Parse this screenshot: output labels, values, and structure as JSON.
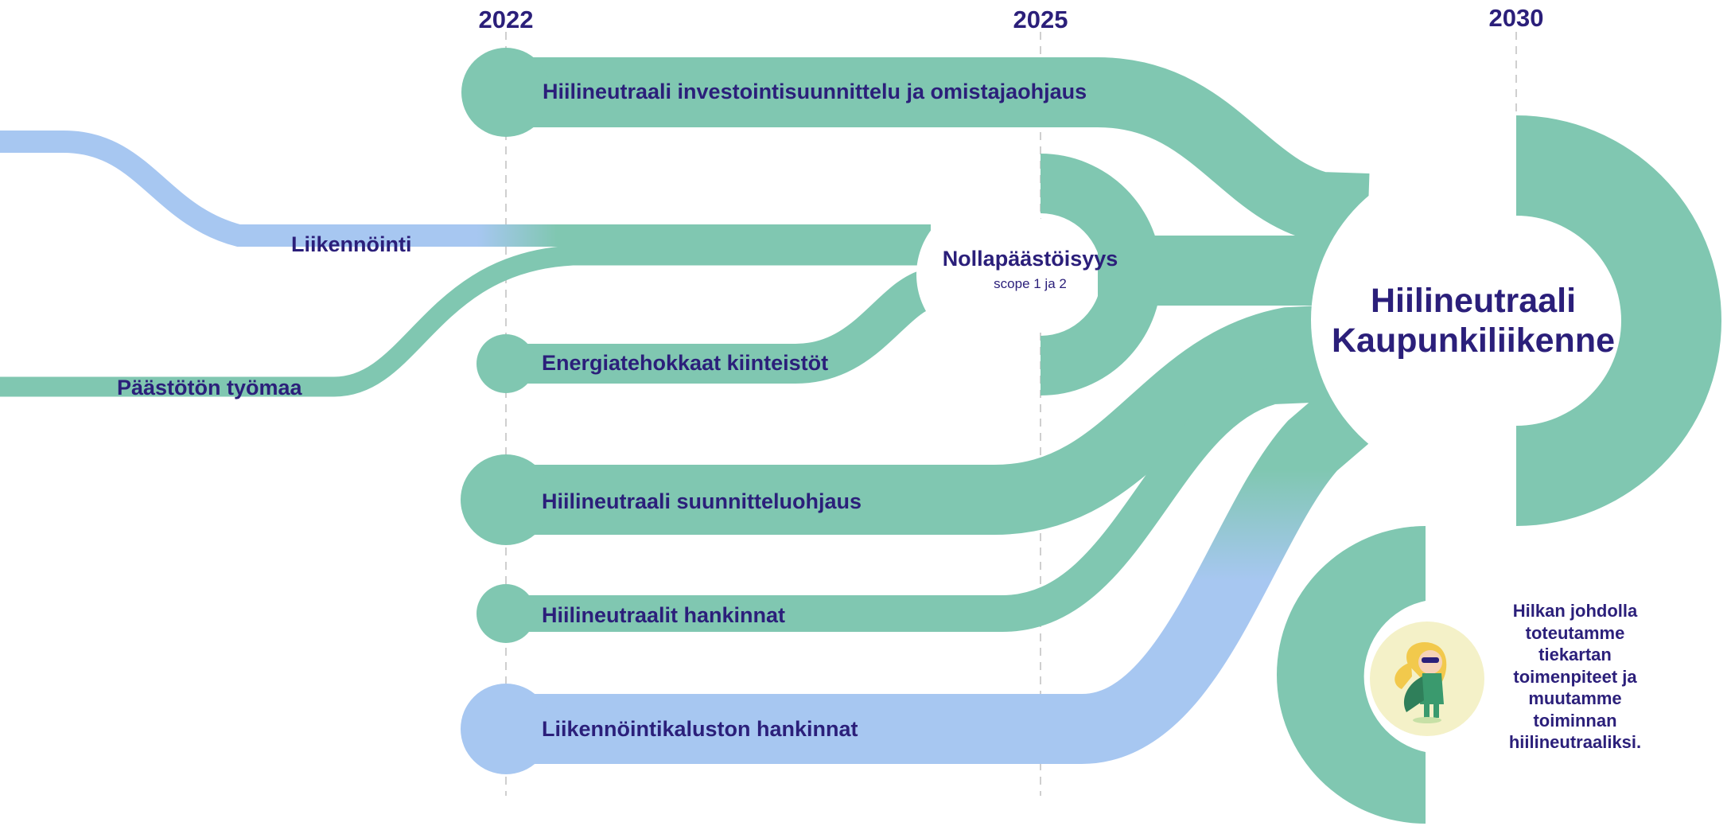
{
  "colors": {
    "green": "#80c7b1",
    "blue": "#a7c7f1",
    "text": "#2b1f7a",
    "guide": "#cfcfcf",
    "mascot_bg": "#f4f1c8"
  },
  "years": [
    "2022",
    "2025",
    "2030"
  ],
  "streams": {
    "investment": "Hiilineutraali investointisuunnittelu ja omistajaohjaus",
    "operations": "Liikennöinti",
    "worksite": "Päästötön työmaa",
    "properties": "Energiatehokkaat kiinteistöt",
    "planning": "Hiilineutraali suunnitteluohjaus",
    "procurement": "Hiilineutraalit hankinnat",
    "fleet": "Liikennöintikaluston hankinnat"
  },
  "milestone": {
    "title": "Nollapäästöisyys",
    "subtitle": "scope 1 ja 2"
  },
  "goal": {
    "line1": "Hiilineutraali",
    "line2": "Kaupunkiliikenne"
  },
  "mascot": {
    "icon": "superhero-girl-icon",
    "caption": [
      "Hilkan johdolla",
      "toteutamme",
      "tiekartan",
      "toimenpiteet ja",
      "muutamme",
      "toiminnan",
      "hiilineutraaliksi."
    ]
  }
}
